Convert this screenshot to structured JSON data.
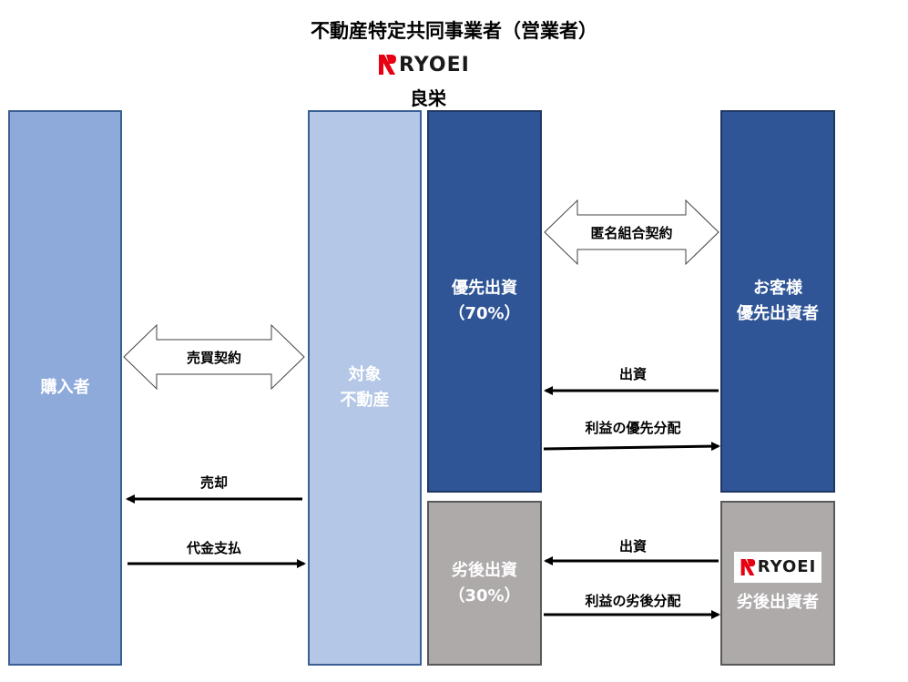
{
  "title": "不動産特定共同事業者（営業者）",
  "company": {
    "logo_text": "RYOEI",
    "name": "良栄"
  },
  "boxes": {
    "buyer": "購入者",
    "property": "対象\n不動産",
    "senior": "優先出資\n（70%）",
    "junior": "劣後出資\n（30%）",
    "customer": "お客様\n優先出資者",
    "junior_investor": "劣後出資者"
  },
  "arrows": {
    "sale_contract": "売買契約",
    "tokumei_contract": "匿名組合契約",
    "sale": "売却",
    "payment": "代金支払",
    "senior_investment": "出資",
    "senior_profit": "利益の優先分配",
    "junior_investment": "出資",
    "junior_profit": "利益の劣後分配"
  },
  "colors": {
    "buyer": "#8eaadb",
    "property": "#b4c7e7",
    "senior": "#2f5597",
    "junior": "#aeaaaa",
    "logo_red": "#e60012"
  }
}
